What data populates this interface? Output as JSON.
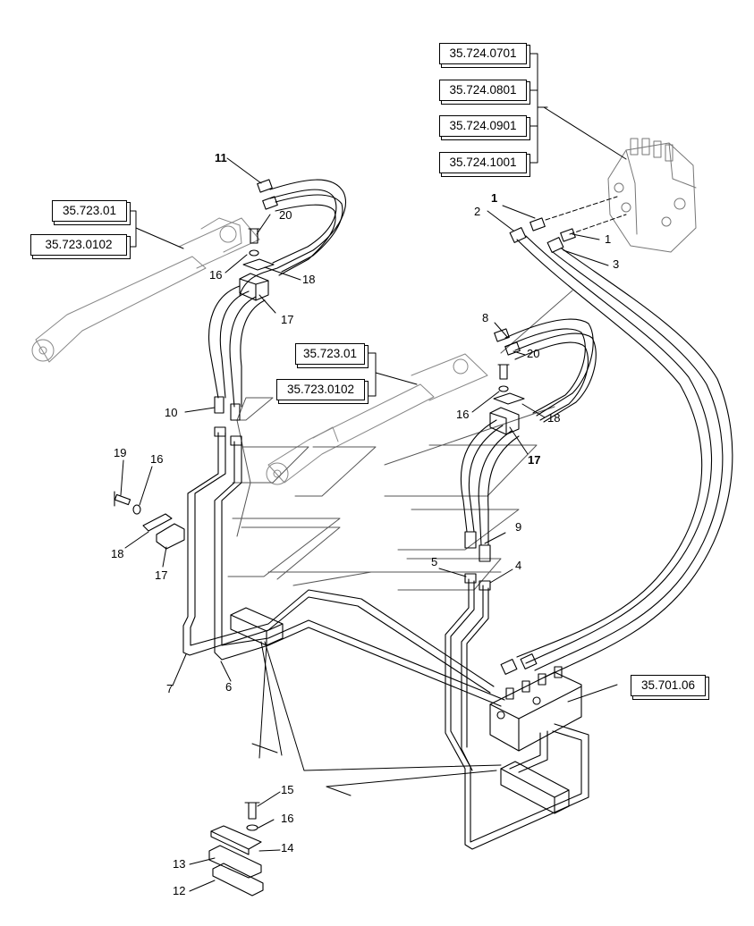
{
  "references": {
    "valve_group": [
      "35.724.0701",
      "35.724.0801",
      "35.724.0901",
      "35.724.1001"
    ],
    "cylinder_upper": [
      "35.723.01",
      "35.723.0102"
    ],
    "cylinder_middle": [
      "35.723.01",
      "35.723.0102"
    ],
    "control_valve": "35.701.06"
  },
  "callouts": {
    "c1a": "1",
    "c1b": "1",
    "c2": "2",
    "c3": "3",
    "c4": "4",
    "c5": "5",
    "c6": "6",
    "c7": "7",
    "c8": "8",
    "c9": "9",
    "c10": "10",
    "c11": "11",
    "c12": "12",
    "c13": "13",
    "c14": "14",
    "c15": "15",
    "c16a": "16",
    "c16b": "16",
    "c16c": "16",
    "c16d": "16",
    "c17a": "17",
    "c17b": "17",
    "c17c": "17",
    "c18a": "18",
    "c18b": "18",
    "c18c": "18",
    "c19": "19",
    "c20a": "20",
    "c20b": "20"
  }
}
